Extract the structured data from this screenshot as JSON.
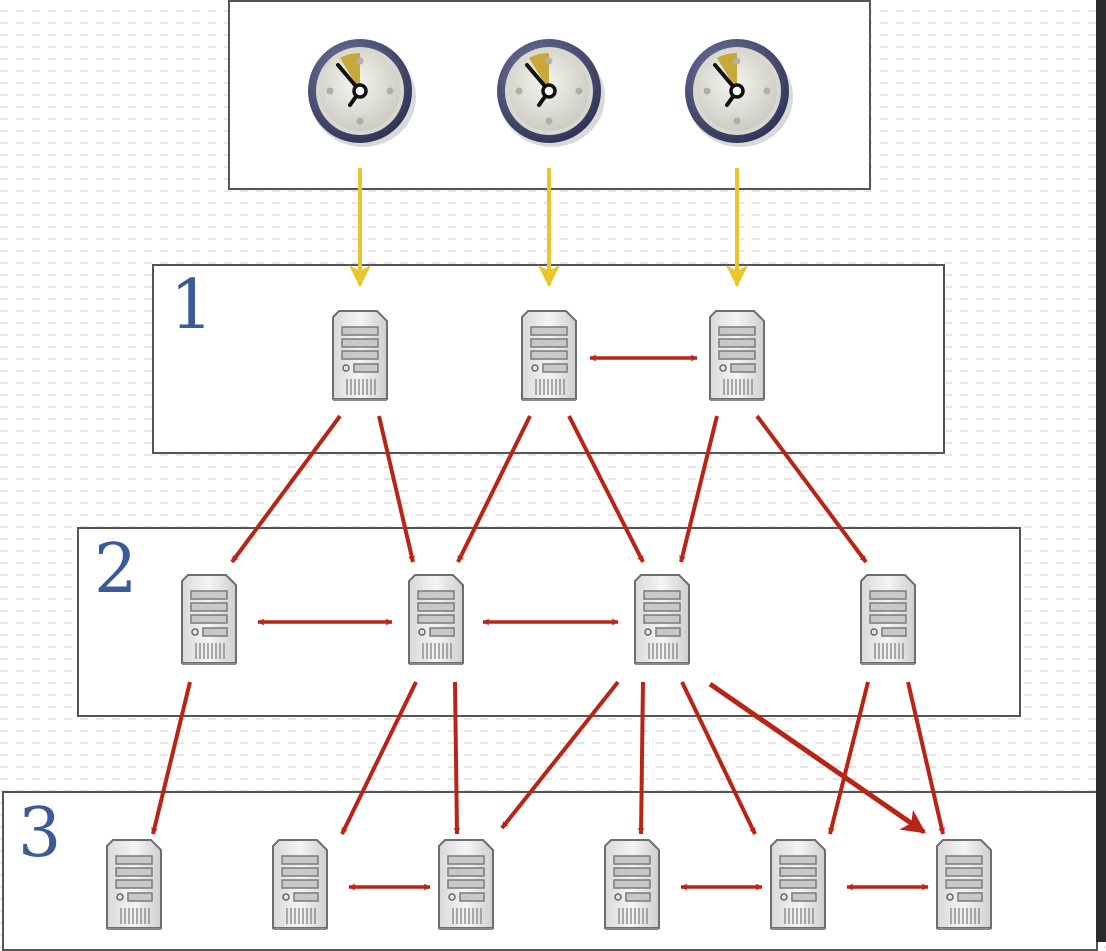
{
  "strata": [
    {
      "label": ""
    },
    {
      "label": "1"
    },
    {
      "label": "2"
    },
    {
      "label": "3"
    }
  ],
  "colors": {
    "sync_arrow": "#e8c72c",
    "link_arrow": "#b82516",
    "stratum_label": "#3b5a9a",
    "box_border": "#555555"
  },
  "icons": {
    "reference_clock": "clock-icon",
    "time_server": "server-icon"
  }
}
